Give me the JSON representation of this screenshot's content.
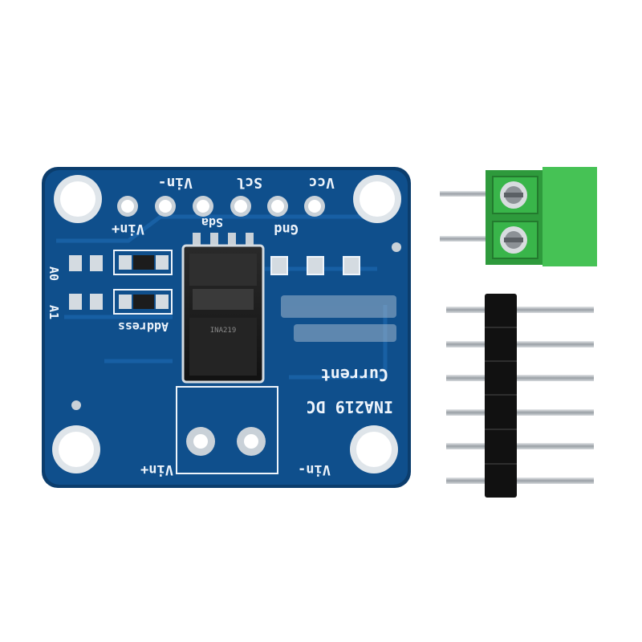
{
  "photo": {
    "subject": "INA219 DC current sensor breakout board with terminal block and pin header",
    "colors": {
      "board": "#0f4f8c",
      "board_edge": "#0b3d6d",
      "trace": "#1a64aa",
      "silkscreen": "#eef4fb",
      "pad_silver": "#c9d1d8",
      "terminal_green": "#39b54a",
      "header_black": "#111111",
      "pin_metal": "#b8bcc0"
    }
  },
  "board": {
    "labels": {
      "top_vin_minus": "Vin-",
      "top_scl": "Scl",
      "top_vcc": "Vcc",
      "vin_plus": "Vin+",
      "sda": "Sda",
      "gnd": "Gnd",
      "a0": "A0",
      "a1": "A1",
      "address": "Address",
      "chip_text": "INA219",
      "title_line1": "INA219 DC",
      "title_line2": "Current",
      "bottom_vin_plus": "Vin+",
      "bottom_vin_minus": "Vin-"
    }
  }
}
